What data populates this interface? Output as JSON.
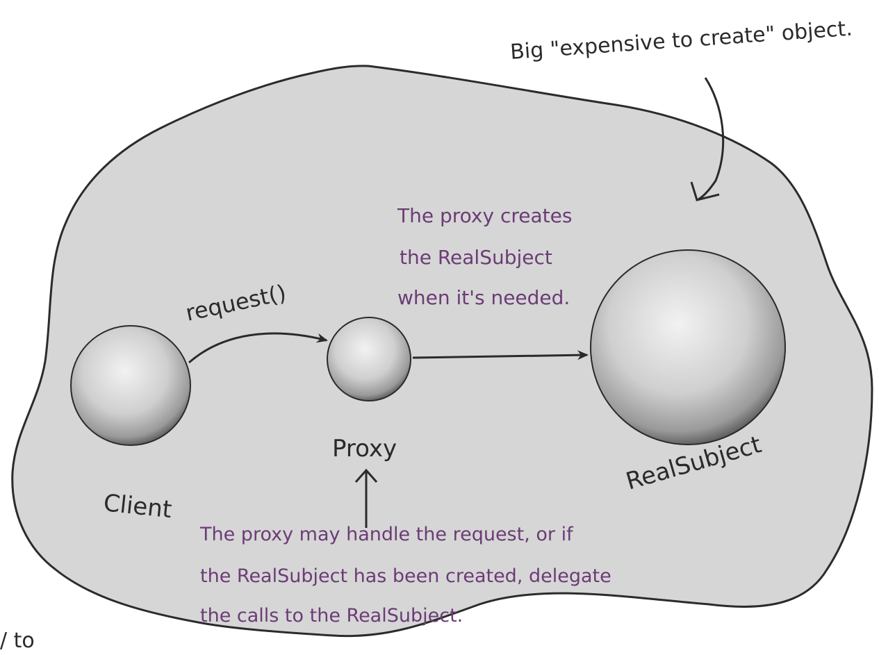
{
  "annotations": {
    "top_note": "Big \"expensive to create\" object.",
    "proxy_creates": [
      "The proxy creates",
      "the RealSubject",
      "when it's needed."
    ],
    "proxy_may": [
      "The proxy may handle the request, or if",
      "the RealSubject has been created, delegate",
      "the calls to the RealSubject."
    ],
    "edge_fragment": "/ to"
  },
  "nodes": {
    "client_label": "Client",
    "proxy_label": "Proxy",
    "realsubject_label": "RealSubject"
  },
  "edges": {
    "request_label": "request()"
  }
}
